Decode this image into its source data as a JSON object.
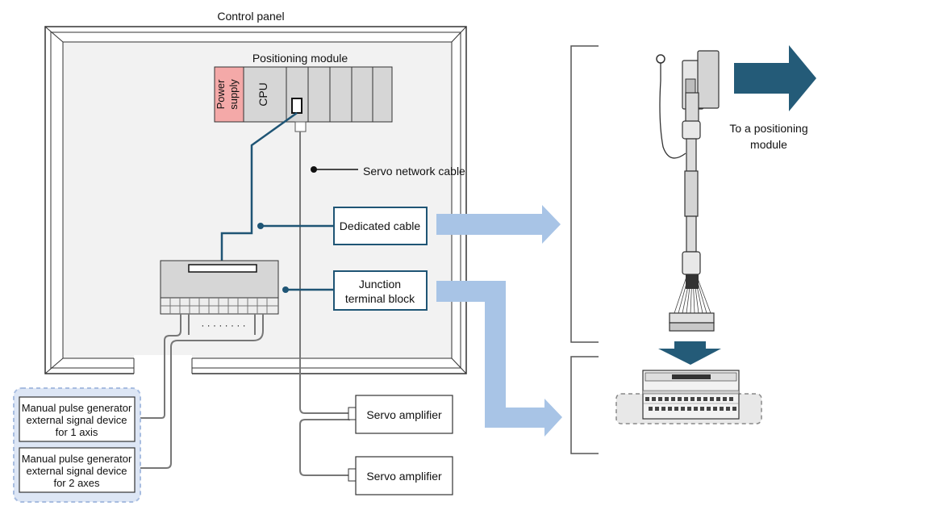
{
  "labels": {
    "control_panel": "Control panel",
    "positioning_module": "Positioning module",
    "power_supply_line1": "Power",
    "power_supply_line2": "supply",
    "cpu": "CPU",
    "servo_network_cable": "Servo network cable",
    "dedicated_cable": "Dedicated cable",
    "junction_line1": "Junction",
    "junction_line2": "terminal block",
    "servo_amp_1": "Servo amplifier",
    "servo_amp_2": "Servo amplifier",
    "mpg1_line1": "Manual pulse generator",
    "mpg1_line2": "external signal device",
    "mpg1_line3": "for 1 axis",
    "mpg2_line1": "Manual pulse generator",
    "mpg2_line2": "external signal device",
    "mpg2_line3": "for 2 axes",
    "to_positioning_line1": "To a positioning",
    "to_positioning_line2": "module",
    "dots": "· · · · · · · ·"
  },
  "colors": {
    "power_supply_fill": "#f4a9a8",
    "module_gray": "#d6d6d6",
    "panel_fill": "#f2f2f2",
    "dedicated_cable_line": "#1f5575",
    "light_arrow": "#a8c4e6",
    "dark_arrow": "#245b78",
    "mpg_group_fill": "#dde6f5",
    "mpg_group_border": "#a8bde0"
  }
}
